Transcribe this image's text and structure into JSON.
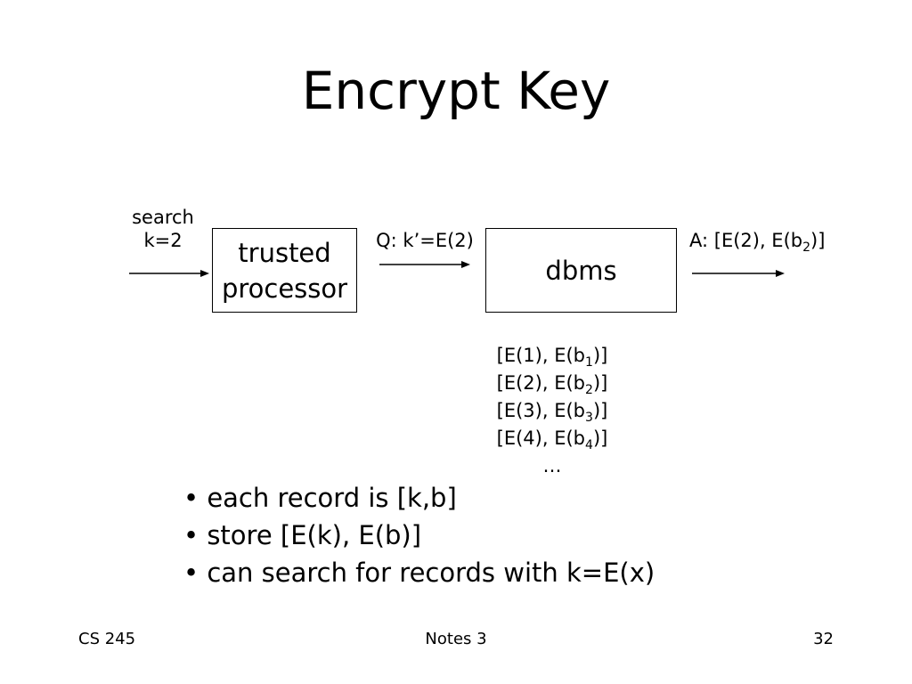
{
  "title": "Encrypt Key",
  "diagram": {
    "input_label_line1": "search",
    "input_label_line2": "k=2",
    "trusted_box_line1": "trusted",
    "trusted_box_line2": "processor",
    "query_label": "Q: k’=E(2)",
    "dbms_box": "dbms",
    "answer_prefix": "A: [E(2), E(b",
    "answer_sub": "2",
    "answer_suffix": ")]",
    "records": [
      {
        "prefix": "[E(1), E(b",
        "sub": "1",
        "suffix": ")]"
      },
      {
        "prefix": "[E(2), E(b",
        "sub": "2",
        "suffix": ")]"
      },
      {
        "prefix": "[E(3), E(b",
        "sub": "3",
        "suffix": ")]"
      },
      {
        "prefix": "[E(4), E(b",
        "sub": "4",
        "suffix": ")]"
      }
    ],
    "records_ellipsis": "…"
  },
  "bullets": [
    "• each record is [k,b]",
    "• store [E(k), E(b)]",
    "• can search for records with k=E(x)"
  ],
  "footer": {
    "left": "CS 245",
    "center": "Notes 3",
    "right": "32"
  }
}
